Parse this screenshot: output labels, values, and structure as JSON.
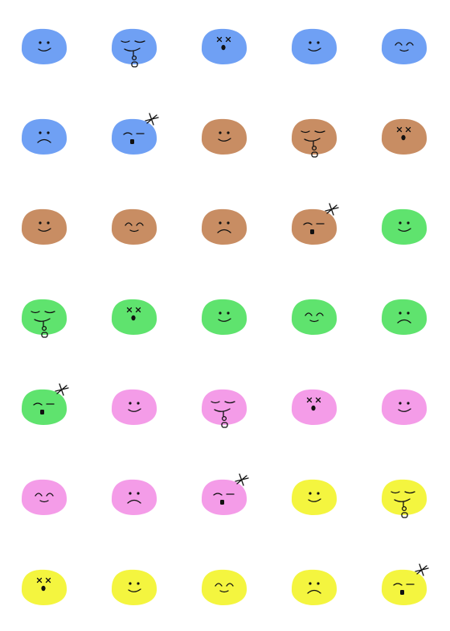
{
  "palette": {
    "blue": "#6fa0f4",
    "brown": "#c88d63",
    "green": "#5fe36e",
    "pink": "#f49ce8",
    "yellow": "#f4f53f",
    "ink": "#111111"
  },
  "stickers": [
    {
      "color": "blue",
      "face": "smile"
    },
    {
      "color": "blue",
      "face": "drool"
    },
    {
      "color": "blue",
      "face": "dizzy"
    },
    {
      "color": "blue",
      "face": "smile"
    },
    {
      "color": "blue",
      "face": "happy"
    },
    {
      "color": "blue",
      "face": "sad"
    },
    {
      "color": "blue",
      "face": "hurt"
    },
    {
      "color": "brown",
      "face": "smile"
    },
    {
      "color": "brown",
      "face": "drool"
    },
    {
      "color": "brown",
      "face": "dizzy"
    },
    {
      "color": "brown",
      "face": "smile"
    },
    {
      "color": "brown",
      "face": "happy"
    },
    {
      "color": "brown",
      "face": "sad"
    },
    {
      "color": "brown",
      "face": "hurt"
    },
    {
      "color": "green",
      "face": "smile"
    },
    {
      "color": "green",
      "face": "drool"
    },
    {
      "color": "green",
      "face": "dizzy"
    },
    {
      "color": "green",
      "face": "smile"
    },
    {
      "color": "green",
      "face": "happy"
    },
    {
      "color": "green",
      "face": "sad"
    },
    {
      "color": "green",
      "face": "hurt"
    },
    {
      "color": "pink",
      "face": "smile"
    },
    {
      "color": "pink",
      "face": "drool"
    },
    {
      "color": "pink",
      "face": "dizzy"
    },
    {
      "color": "pink",
      "face": "smile"
    },
    {
      "color": "pink",
      "face": "happy"
    },
    {
      "color": "pink",
      "face": "sad"
    },
    {
      "color": "pink",
      "face": "hurt"
    },
    {
      "color": "yellow",
      "face": "smile"
    },
    {
      "color": "yellow",
      "face": "drool"
    },
    {
      "color": "yellow",
      "face": "dizzy"
    },
    {
      "color": "yellow",
      "face": "smile"
    },
    {
      "color": "yellow",
      "face": "happy"
    },
    {
      "color": "yellow",
      "face": "sad"
    },
    {
      "color": "yellow",
      "face": "hurt"
    }
  ]
}
